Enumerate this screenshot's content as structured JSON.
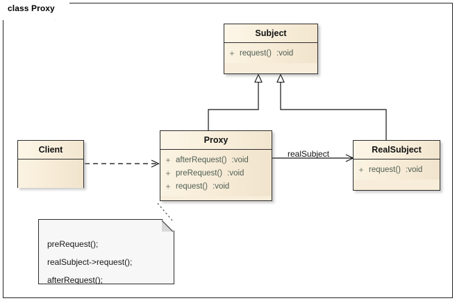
{
  "frame": {
    "label": "class Proxy"
  },
  "classes": [
    {
      "id": "subject",
      "name": "Subject",
      "features": [
        {
          "visibility": "+",
          "name": "request()",
          "type": ":void"
        }
      ]
    },
    {
      "id": "client",
      "name": "Client",
      "features": []
    },
    {
      "id": "proxy",
      "name": "Proxy",
      "features": [
        {
          "visibility": "+",
          "name": "afterRequest()",
          "type": ":void"
        },
        {
          "visibility": "+",
          "name": "preRequest()",
          "type": ":void"
        },
        {
          "visibility": "+",
          "name": "request()",
          "type": ":void"
        }
      ]
    },
    {
      "id": "realsubject",
      "name": "RealSubject",
      "features": [
        {
          "visibility": "+",
          "name": "request()",
          "type": ":void"
        }
      ]
    }
  ],
  "edges": {
    "association_label": "realSubject"
  },
  "note": {
    "lines": [
      "preRequest();",
      "realSubject->request();",
      "afterRequest();"
    ]
  },
  "colors": {
    "class_fill": "#f6ead5",
    "class_header": "#fbf3e2",
    "class_border": "#2b2b2b",
    "feature_text": "#4e5d52",
    "note_fill": "#f7f7f7",
    "line": "#111111",
    "canvas": "#ffffff"
  }
}
